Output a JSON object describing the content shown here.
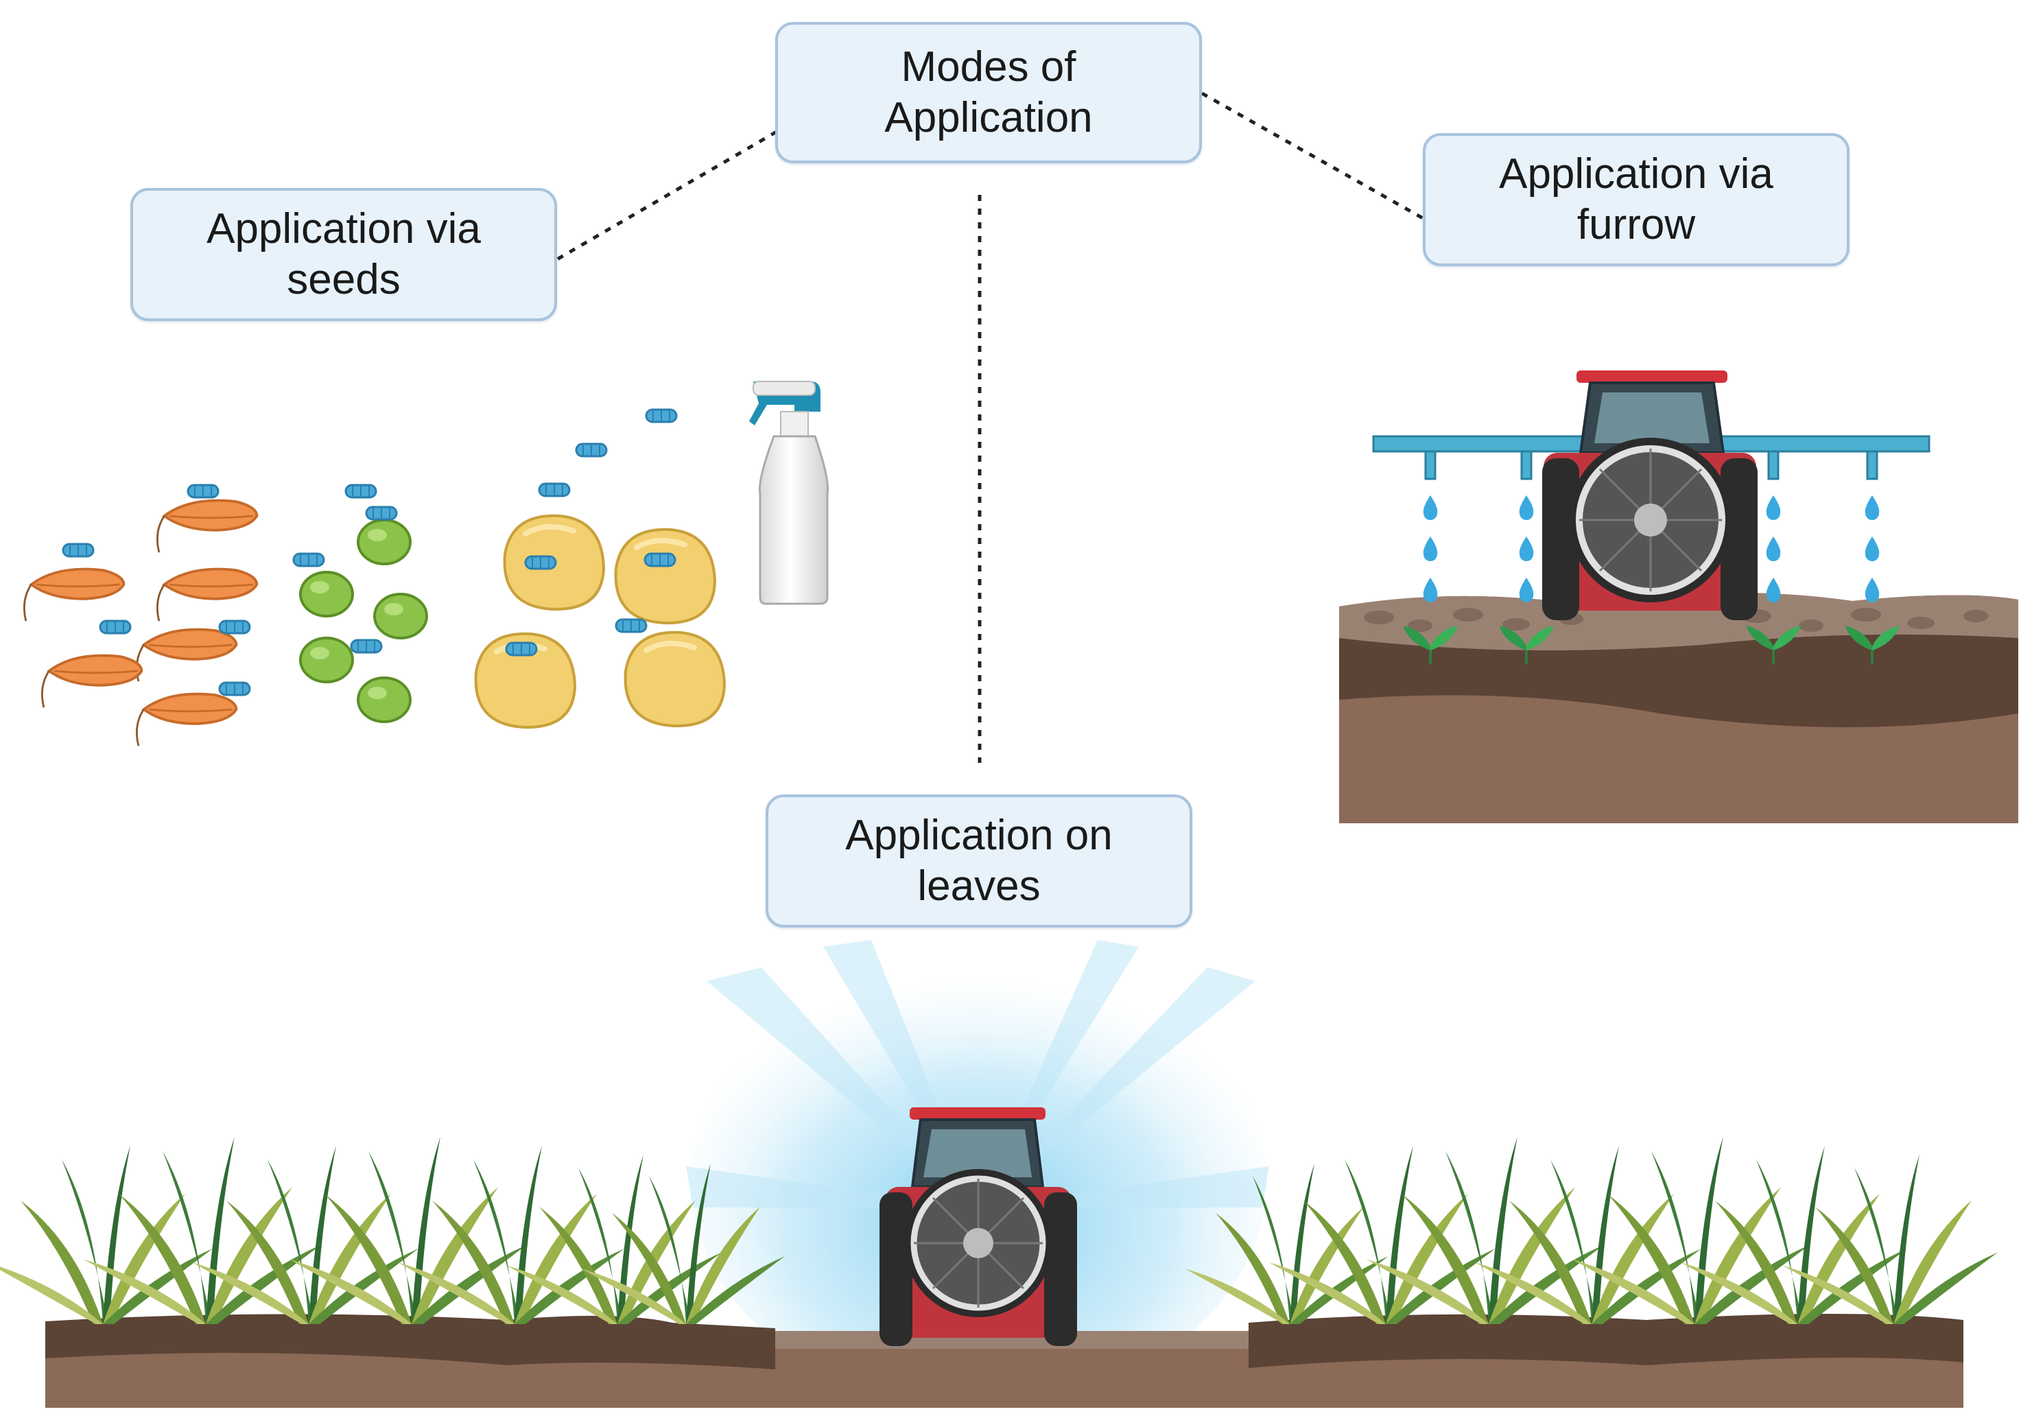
{
  "diagram": {
    "center_node": {
      "line1": "Modes of",
      "line2": "Application"
    },
    "nodes": [
      {
        "id": "seeds",
        "line1": "Application via",
        "line2": "seeds"
      },
      {
        "id": "furrow",
        "line1": "Application via",
        "line2": "furrow"
      },
      {
        "id": "leaves",
        "line1": "Application on",
        "line2": "leaves"
      }
    ],
    "connector_style": "dotted",
    "colors": {
      "box_fill": "#e8f2fa",
      "box_border": "#a9c3dd",
      "tractor_red": "#c0353d",
      "soil_dark": "#5b4336",
      "soil_light": "#8b6a57",
      "spray_blue": "#4fb3e0",
      "seed_orange": "#f0904a",
      "seed_green": "#7cb342",
      "seed_yellow": "#f2cf6f"
    },
    "illustrations": [
      "coated-seeds-icon",
      "spray-bottle-icon",
      "furrow-tractor-icon",
      "foliar-spray-tractor-icon"
    ]
  }
}
